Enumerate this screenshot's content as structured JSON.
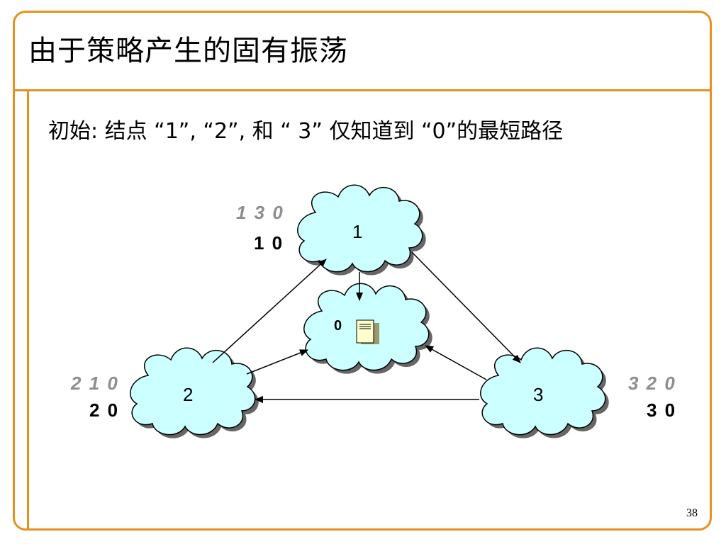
{
  "slide": {
    "title": "由于策略产生的固有振荡",
    "intro": "初始:  结点 “1”, “2”, 和  “ 3” 仅知道到 “0”的最短路径",
    "page_number": "38"
  },
  "nodes": {
    "n0": {
      "label": "0"
    },
    "n1": {
      "label": "1",
      "pref": "1 3 0",
      "current": "1 0"
    },
    "n2": {
      "label": "2",
      "pref": "2 1 0",
      "current": "2 0"
    },
    "n3": {
      "label": "3",
      "pref": "3 2 0",
      "current": "3 0"
    }
  },
  "colors": {
    "frame": "#e8901e",
    "cloud_fill": "#ccffff",
    "preferred_path_text": "#8e8e8e",
    "current_path_text": "#000000"
  },
  "icons": {
    "destination": "server-icon"
  }
}
